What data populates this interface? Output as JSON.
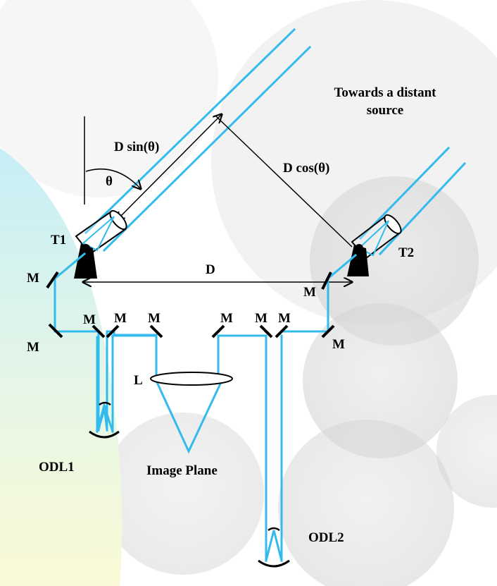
{
  "title": {
    "line1": "Towards a distant",
    "line2": "source"
  },
  "labels": {
    "d_sin": "D sin(θ)",
    "d_cos": "D cos(θ)",
    "theta": "θ",
    "baseline": "D",
    "t1": "T1",
    "t2": "T2",
    "lens": "L",
    "mirror": "M",
    "odl1": "ODL1",
    "odl2": "ODL2",
    "image_plane": "Image Plane"
  },
  "colors": {
    "beam": "#33bbee",
    "background_left": "#c8f0f4",
    "background_yellow": "#f8f8d8",
    "disc": "#d9d9d9"
  }
}
